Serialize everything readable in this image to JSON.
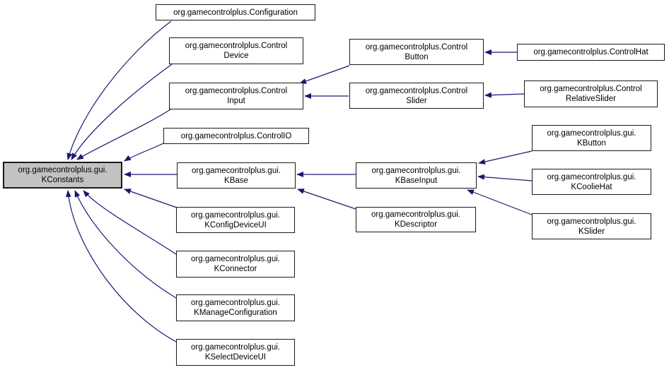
{
  "diagram": {
    "kind": "class-inheritance-graph",
    "colors": {
      "background": "#ffffff",
      "edge": "#191970",
      "node_border": "#1a1a1a",
      "node_fill": "#ffffff",
      "highlight_fill": "#c2c2c2",
      "text": "#000000"
    },
    "highlighted_node": "org.gamecontrolplus.gui.KConstants",
    "nodes": {
      "configuration": {
        "line1": "org.gamecontrolplus.Configuration"
      },
      "control_device": {
        "line1": "org.gamecontrolplus.Control",
        "line2": "Device"
      },
      "control_input": {
        "line1": "org.gamecontrolplus.Control",
        "line2": "Input"
      },
      "control_io": {
        "line1": "org.gamecontrolplus.ControlIO"
      },
      "kconstants": {
        "line1": "org.gamecontrolplus.gui.",
        "line2": "KConstants"
      },
      "kbase": {
        "line1": "org.gamecontrolplus.gui.",
        "line2": "KBase"
      },
      "kconfig_device_ui": {
        "line1": "org.gamecontrolplus.gui.",
        "line2": "KConfigDeviceUI"
      },
      "kconnector": {
        "line1": "org.gamecontrolplus.gui.",
        "line2": "KConnector"
      },
      "kmanage_configuration": {
        "line1": "org.gamecontrolplus.gui.",
        "line2": "KManageConfiguration"
      },
      "kselect_device_ui": {
        "line1": "org.gamecontrolplus.gui.",
        "line2": "KSelectDeviceUI"
      },
      "control_button": {
        "line1": "org.gamecontrolplus.Control",
        "line2": "Button"
      },
      "control_slider": {
        "line1": "org.gamecontrolplus.Control",
        "line2": "Slider"
      },
      "kbase_input": {
        "line1": "org.gamecontrolplus.gui.",
        "line2": "KBaseInput"
      },
      "kdescriptor": {
        "line1": "org.gamecontrolplus.gui.",
        "line2": "KDescriptor"
      },
      "control_hat": {
        "line1": "org.gamecontrolplus.ControlHat"
      },
      "control_relative_slider": {
        "line1": "org.gamecontrolplus.Control",
        "line2": "RelativeSlider"
      },
      "kbutton": {
        "line1": "org.gamecontrolplus.gui.",
        "line2": "KButton"
      },
      "kcoolie_hat": {
        "line1": "org.gamecontrolplus.gui.",
        "line2": "KCoolieHat"
      },
      "kslider": {
        "line1": "org.gamecontrolplus.gui.",
        "line2": "KSlider"
      }
    },
    "edges": [
      {
        "from": "org.gamecontrolplus.Configuration",
        "to": "org.gamecontrolplus.gui.KConstants"
      },
      {
        "from": "org.gamecontrolplus.ControlDevice",
        "to": "org.gamecontrolplus.gui.KConstants"
      },
      {
        "from": "org.gamecontrolplus.ControlInput",
        "to": "org.gamecontrolplus.gui.KConstants"
      },
      {
        "from": "org.gamecontrolplus.ControlIO",
        "to": "org.gamecontrolplus.gui.KConstants"
      },
      {
        "from": "org.gamecontrolplus.gui.KBase",
        "to": "org.gamecontrolplus.gui.KConstants"
      },
      {
        "from": "org.gamecontrolplus.gui.KConfigDeviceUI",
        "to": "org.gamecontrolplus.gui.KConstants"
      },
      {
        "from": "org.gamecontrolplus.gui.KConnector",
        "to": "org.gamecontrolplus.gui.KConstants"
      },
      {
        "from": "org.gamecontrolplus.gui.KManageConfiguration",
        "to": "org.gamecontrolplus.gui.KConstants"
      },
      {
        "from": "org.gamecontrolplus.gui.KSelectDeviceUI",
        "to": "org.gamecontrolplus.gui.KConstants"
      },
      {
        "from": "org.gamecontrolplus.ControlButton",
        "to": "org.gamecontrolplus.ControlInput"
      },
      {
        "from": "org.gamecontrolplus.ControlSlider",
        "to": "org.gamecontrolplus.ControlInput"
      },
      {
        "from": "org.gamecontrolplus.ControlHat",
        "to": "org.gamecontrolplus.ControlButton"
      },
      {
        "from": "org.gamecontrolplus.ControlRelativeSlider",
        "to": "org.gamecontrolplus.ControlSlider"
      },
      {
        "from": "org.gamecontrolplus.gui.KBaseInput",
        "to": "org.gamecontrolplus.gui.KBase"
      },
      {
        "from": "org.gamecontrolplus.gui.KDescriptor",
        "to": "org.gamecontrolplus.gui.KBase"
      },
      {
        "from": "org.gamecontrolplus.gui.KButton",
        "to": "org.gamecontrolplus.gui.KBaseInput"
      },
      {
        "from": "org.gamecontrolplus.gui.KCoolieHat",
        "to": "org.gamecontrolplus.gui.KBaseInput"
      },
      {
        "from": "org.gamecontrolplus.gui.KSlider",
        "to": "org.gamecontrolplus.gui.KBaseInput"
      }
    ]
  }
}
